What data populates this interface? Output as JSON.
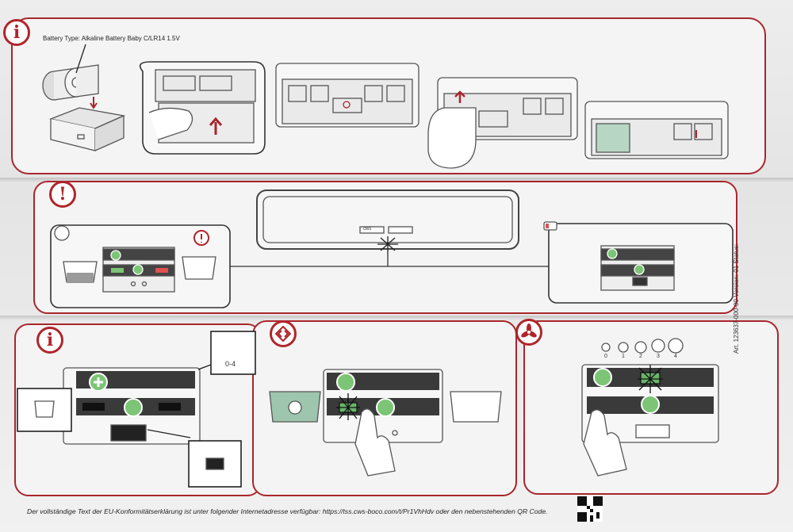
{
  "battery_label": "Battery Type: Alkaline Battery Baby C/LR14 1.5V",
  "icons": {
    "info_top": "i",
    "warning": "!",
    "info_bottom": "i"
  },
  "fan_box_label": "0-4",
  "fan_levels": [
    "0",
    "1",
    "2",
    "3",
    "4"
  ],
  "logo_text": "cws",
  "footer_text": "Der vollständige Text der EU-Konformitätserklärung ist unter folgender Internetadresse verfügbar: https://tss.cws-boco.com/t/Pr1VhHdv oder den nebenstehenden QR Code.",
  "side_code": "Art. 123637-000-00  Version: 01 Status:",
  "colors": {
    "accent_red": "#b0252b",
    "status_green": "#7cc576",
    "panel_dark": "#3a3a3a"
  }
}
